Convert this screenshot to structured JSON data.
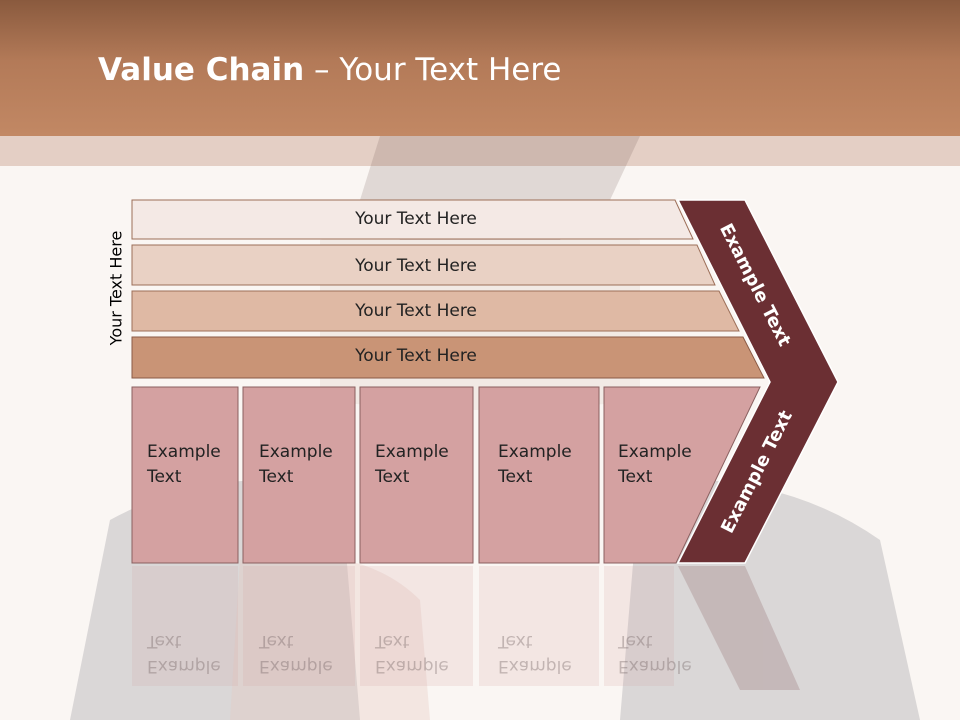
{
  "slide": {
    "title_bold": "Value Chain",
    "title_rest": " – Your Text Here",
    "side_label": "Your Text Here"
  },
  "rows": [
    {
      "label": "Your Text Here",
      "color": "#f4e9e5"
    },
    {
      "label": "Your Text Here",
      "color": "#e9d1c4"
    },
    {
      "label": "Your Text Here",
      "color": "#dfb9a4"
    },
    {
      "label": "Your Text Here",
      "color": "#c99476"
    }
  ],
  "cells": [
    {
      "line1": "Example",
      "line2": "Text"
    },
    {
      "line1": "Example",
      "line2": "Text"
    },
    {
      "line1": "Example",
      "line2": "Text"
    },
    {
      "line1": "Example",
      "line2": "Text"
    },
    {
      "line1": "Example",
      "line2": "Text"
    }
  ],
  "chevron": {
    "upper_label": "Example Text",
    "lower_label": "Example Text",
    "color": "#6b2f33"
  },
  "colors": {
    "header": "#b37a58",
    "cell_fill": "#d4a1a1"
  }
}
